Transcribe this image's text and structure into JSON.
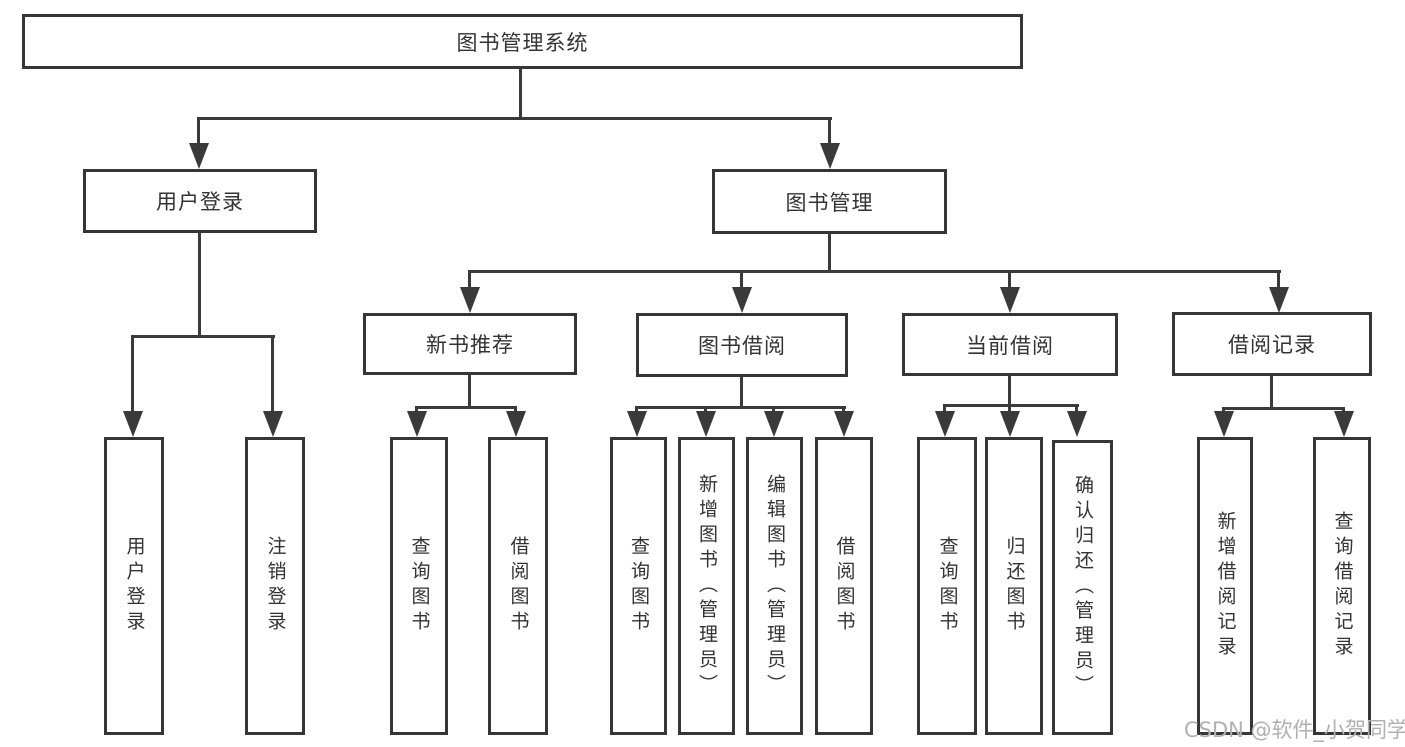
{
  "diagram": {
    "root": {
      "label": "图书管理系统"
    },
    "branches": {
      "user_login": {
        "label": "用户登录",
        "children": [
          "用户登录",
          "注销登录"
        ]
      },
      "book_mgmt": {
        "label": "图书管理",
        "sections": [
          {
            "label": "新书推荐",
            "children": [
              "查询图书",
              "借阅图书"
            ]
          },
          {
            "label": "图书借阅",
            "children": [
              "查询图书",
              "新增图书（管理员）",
              "编辑图书（管理员）",
              "借阅图书"
            ]
          },
          {
            "label": "当前借阅",
            "children": [
              "查询图书",
              "归还图书",
              "确认归还（管理员）"
            ]
          },
          {
            "label": "借阅记录",
            "children": [
              "新增借阅记录",
              "查询借阅记录"
            ]
          }
        ]
      }
    },
    "watermark": "CSDN @软件_小贺同学",
    "colors": {
      "line": "#3a3a3a",
      "text": "#333333",
      "watermark": "#b0b0b6",
      "background": "#ffffff"
    }
  }
}
